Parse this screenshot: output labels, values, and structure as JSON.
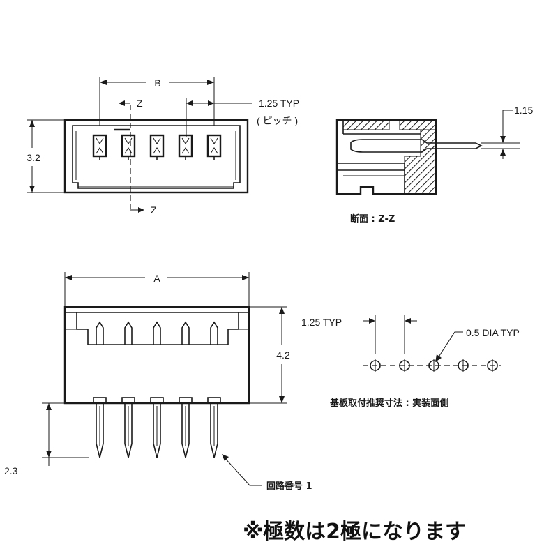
{
  "top_view": {
    "dim_b": "B",
    "dim_height": "3.2",
    "pitch": "1.25 TYP",
    "pitch_note": "( ピッチ )",
    "section_mark_top": "Z",
    "section_mark_bottom": "Z"
  },
  "section_view": {
    "dim_pin": "1.15",
    "caption": "断面 : Z-Z"
  },
  "front_view": {
    "dim_a": "A",
    "dim_height": "4.2",
    "dim_tail": "2.3",
    "circuit_label": "回路番号  1"
  },
  "pcb_layout": {
    "pitch": "1.25 TYP",
    "hole": "0.5 DIA TYP",
    "caption": "基板取付推奨寸法 : 実装面側"
  },
  "note": "※極数は2極になります",
  "pin_count_drawn": 5
}
